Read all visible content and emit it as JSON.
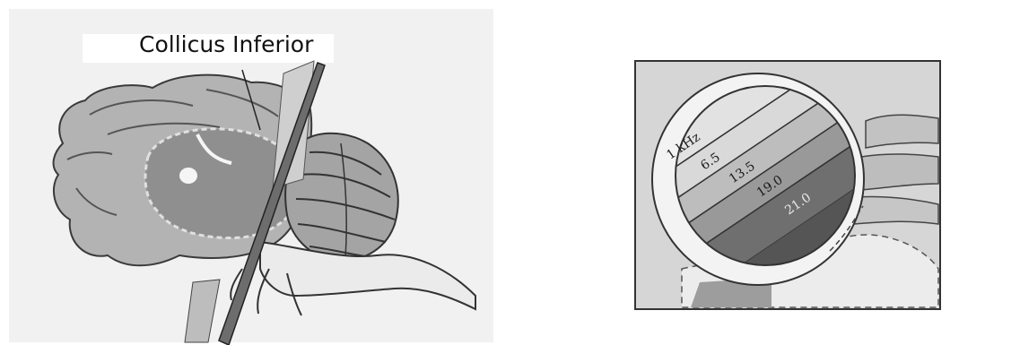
{
  "left_panel": {
    "label": "Collicus Inferior"
  },
  "right_panel": {
    "band_labels": [
      "1 kHz",
      "6.5",
      "13.5",
      "19.0",
      "21.0"
    ]
  }
}
